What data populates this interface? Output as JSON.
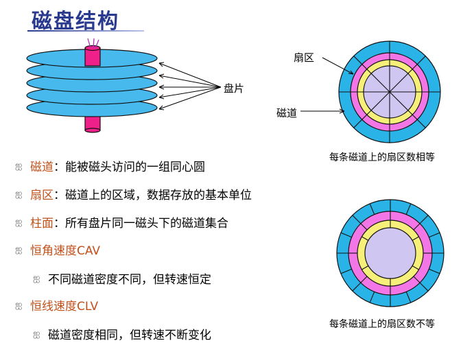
{
  "title": "磁盘结构",
  "labels": {
    "sector": "扇区",
    "track": "磁道",
    "platter": "盘片"
  },
  "captions": {
    "top": "每条磁道上的扇区数相等",
    "bottom": "每条磁道上的扇区数不等"
  },
  "bullets": [
    {
      "term": "磁道",
      "text": "：能被磁头访问的一组同心圆"
    },
    {
      "term": "扇区",
      "text": "：磁道上的区域，数据存放的基本单位"
    },
    {
      "term": "柱面",
      "text": "：所有盘片同一磁头下的磁道集合"
    },
    {
      "term": "恒角速度CAV",
      "text": ""
    },
    {
      "term": "",
      "text": "不同磁道密度不同，但转速恒定"
    },
    {
      "term": "恒线速度CLV",
      "text": ""
    },
    {
      "term": "",
      "text": "磁道密度相同，但转速不断变化"
    }
  ],
  "icons": {
    "bullet": "swirl-bullet-icon"
  },
  "colors": {
    "title": "#2a3a8e",
    "term": "#c0501a",
    "outer_ring": "#2ab3e6",
    "mid_ring": "#f276e6",
    "inner_ring": "#f6f07a",
    "core": "#cfc6f2",
    "spindle": "#f0208a"
  }
}
